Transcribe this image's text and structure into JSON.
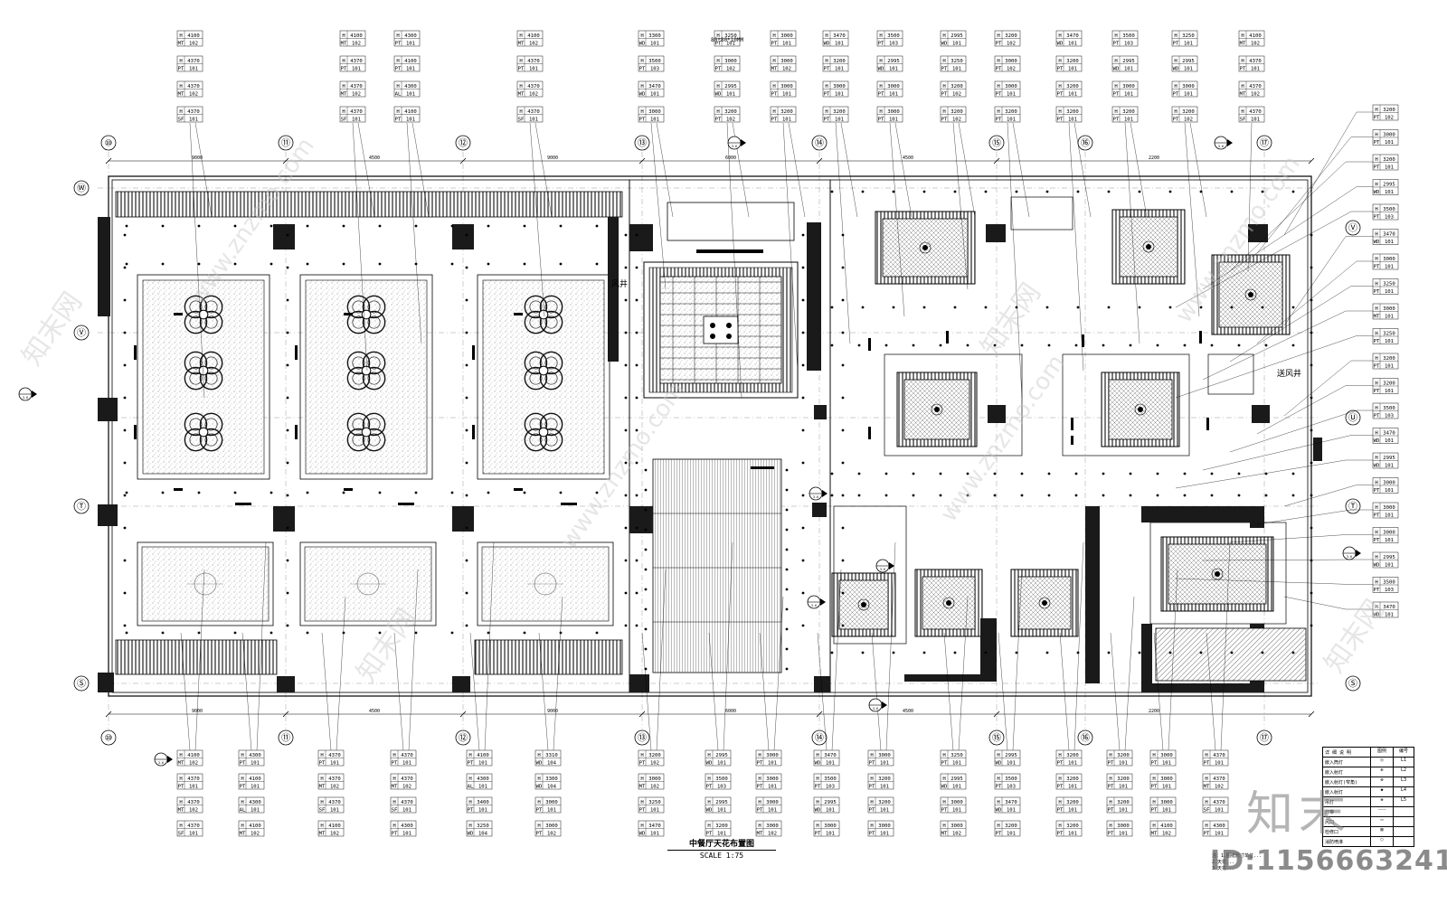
{
  "drawing": {
    "title": "中餐厅天花布置图",
    "scale": "SCALE    1:75",
    "markers": {
      "air_shaft": "风井",
      "air_shaft_2": "送风井",
      "section_ref": "3-6",
      "grid_note": "80*80*10MM"
    },
    "grid_top": [
      "⑩",
      "⑪",
      "⑫",
      "⑬",
      "⑭",
      "⑮",
      "⑯",
      "⑰"
    ],
    "grid_bottom": [
      "⑩",
      "⑪",
      "⑫",
      "⑬",
      "⑭",
      "⑮",
      "⑯",
      "⑰"
    ],
    "grid_left": [
      "Ⓦ",
      "Ⓥ",
      "Ⓣ",
      "Ⓢ"
    ],
    "grid_right": [
      "Ⓥ",
      "Ⓤ",
      "Ⓣ",
      "Ⓢ"
    ],
    "dims_top": [
      "9000",
      "4500",
      "9000",
      "6000",
      "4500",
      "2200"
    ],
    "dims_bottom": [
      "9000",
      "4500",
      "9000",
      "6000",
      "4500",
      "2200"
    ],
    "ceiling_tags_top": [
      [
        [
          "H",
          "4100"
        ],
        [
          "MT",
          "102"
        ]
      ],
      [
        [
          "H",
          "4370"
        ],
        [
          "PT",
          "101"
        ]
      ],
      [
        [
          "H",
          "4370"
        ],
        [
          "MT",
          "102"
        ]
      ],
      [
        [
          "H",
          "4370"
        ],
        [
          "SF",
          "101"
        ]
      ],
      [
        [
          "H",
          "4100"
        ],
        [
          "MT",
          "102"
        ]
      ],
      [
        [
          "H",
          "4370"
        ],
        [
          "PT",
          "101"
        ]
      ],
      [
        [
          "H",
          "4370"
        ],
        [
          "MT",
          "102"
        ]
      ],
      [
        [
          "H",
          "4370"
        ],
        [
          "SF",
          "101"
        ]
      ],
      [
        [
          "H",
          "4300"
        ],
        [
          "PT",
          "101"
        ]
      ],
      [
        [
          "H",
          "4100"
        ],
        [
          "PT",
          "101"
        ]
      ],
      [
        [
          "H",
          "4300"
        ],
        [
          "AL",
          "101"
        ]
      ],
      [
        [
          "H",
          "4100"
        ],
        [
          "PT",
          "101"
        ]
      ],
      [
        [
          "H",
          "4100"
        ],
        [
          "MT",
          "102"
        ]
      ],
      [
        [
          "H",
          "4370"
        ],
        [
          "PT",
          "101"
        ]
      ],
      [
        [
          "H",
          "4370"
        ],
        [
          "MT",
          "102"
        ]
      ],
      [
        [
          "H",
          "4370"
        ],
        [
          "SF",
          "101"
        ]
      ],
      [
        [
          "H",
          "3300"
        ],
        [
          "WD",
          "101"
        ]
      ],
      [
        [
          "H",
          "3500"
        ],
        [
          "PT",
          "103"
        ]
      ],
      [
        [
          "H",
          "3470"
        ],
        [
          "WD",
          "101"
        ]
      ],
      [
        [
          "H",
          "3000"
        ],
        [
          "PT",
          "101"
        ]
      ],
      [
        [
          "H",
          "3250"
        ],
        [
          "PT",
          "101"
        ]
      ],
      [
        [
          "H",
          "3000"
        ],
        [
          "PT",
          "102"
        ]
      ],
      [
        [
          "H",
          "2995"
        ],
        [
          "WD",
          "101"
        ]
      ],
      [
        [
          "H",
          "3200"
        ],
        [
          "PT",
          "102"
        ]
      ],
      [
        [
          "H",
          "3000"
        ],
        [
          "PT",
          "101"
        ]
      ],
      [
        [
          "H",
          "3000"
        ],
        [
          "MT",
          "102"
        ]
      ],
      [
        [
          "H",
          "3000"
        ],
        [
          "PT",
          "101"
        ]
      ],
      [
        [
          "H",
          "3200"
        ],
        [
          "PT",
          "101"
        ]
      ],
      [
        [
          "H",
          "3470"
        ],
        [
          "WD",
          "101"
        ]
      ],
      [
        [
          "H",
          "3200"
        ],
        [
          "PT",
          "101"
        ]
      ],
      [
        [
          "H",
          "3000"
        ],
        [
          "PT",
          "101"
        ]
      ],
      [
        [
          "H",
          "3200"
        ],
        [
          "PT",
          "101"
        ]
      ],
      [
        [
          "H",
          "3500"
        ],
        [
          "PT",
          "103"
        ]
      ],
      [
        [
          "H",
          "2995"
        ],
        [
          "WD",
          "101"
        ]
      ],
      [
        [
          "H",
          "3000"
        ],
        [
          "PT",
          "101"
        ]
      ],
      [
        [
          "H",
          "3000"
        ],
        [
          "PT",
          "101"
        ]
      ],
      [
        [
          "H",
          "2995"
        ],
        [
          "WD",
          "101"
        ]
      ],
      [
        [
          "H",
          "3250"
        ],
        [
          "PT",
          "101"
        ]
      ],
      [
        [
          "H",
          "3200"
        ],
        [
          "PT",
          "102"
        ]
      ],
      [
        [
          "H",
          "3200"
        ],
        [
          "PT",
          "102"
        ]
      ],
      [
        [
          "H",
          "3200"
        ],
        [
          "PT",
          "102"
        ]
      ],
      [
        [
          "H",
          "3000"
        ],
        [
          "PT",
          "102"
        ]
      ],
      [
        [
          "H",
          "3000"
        ],
        [
          "PT",
          "101"
        ]
      ],
      [
        [
          "H",
          "3200"
        ],
        [
          "PT",
          "101"
        ]
      ],
      [
        [
          "H",
          "3470"
        ],
        [
          "WD",
          "101"
        ]
      ],
      [
        [
          "H",
          "3200"
        ],
        [
          "PT",
          "101"
        ]
      ],
      [
        [
          "H",
          "3200"
        ],
        [
          "PT",
          "101"
        ]
      ],
      [
        [
          "H",
          "3200"
        ],
        [
          "PT",
          "101"
        ]
      ],
      [
        [
          "H",
          "3500"
        ],
        [
          "PT",
          "103"
        ]
      ],
      [
        [
          "H",
          "2995"
        ],
        [
          "WD",
          "101"
        ]
      ],
      [
        [
          "H",
          "3000"
        ],
        [
          "PT",
          "101"
        ]
      ],
      [
        [
          "H",
          "3200"
        ],
        [
          "PT",
          "101"
        ]
      ],
      [
        [
          "H",
          "3250"
        ],
        [
          "PT",
          "101"
        ]
      ],
      [
        [
          "H",
          "2995"
        ],
        [
          "WD",
          "101"
        ]
      ],
      [
        [
          "H",
          "3000"
        ],
        [
          "PT",
          "101"
        ]
      ],
      [
        [
          "H",
          "3200"
        ],
        [
          "PT",
          "102"
        ]
      ]
    ],
    "ceiling_tags_right": [
      [
        [
          "H",
          "3200"
        ],
        [
          "PT",
          "102"
        ]
      ],
      [
        [
          "H",
          "3000"
        ],
        [
          "PT",
          "101"
        ]
      ],
      [
        [
          "H",
          "3200"
        ],
        [
          "PT",
          "101"
        ]
      ],
      [
        [
          "H",
          "2995"
        ],
        [
          "WD",
          "101"
        ]
      ],
      [
        [
          "H",
          "3500"
        ],
        [
          "PT",
          "103"
        ]
      ],
      [
        [
          "H",
          "3470"
        ],
        [
          "WD",
          "101"
        ]
      ],
      [
        [
          "H",
          "3000"
        ],
        [
          "PT",
          "101"
        ]
      ],
      [
        [
          "H",
          "3250"
        ],
        [
          "PT",
          "101"
        ]
      ],
      [
        [
          "H",
          "3000"
        ],
        [
          "MT",
          "101"
        ]
      ],
      [
        [
          "H",
          "3250"
        ],
        [
          "PT",
          "101"
        ]
      ],
      [
        [
          "H",
          "3200"
        ],
        [
          "PT",
          "101"
        ]
      ],
      [
        [
          "H",
          "3200"
        ],
        [
          "PT",
          "101"
        ]
      ],
      [
        [
          "H",
          "3500"
        ],
        [
          "PT",
          "103"
        ]
      ],
      [
        [
          "H",
          "3470"
        ],
        [
          "WD",
          "101"
        ]
      ],
      [
        [
          "H",
          "2995"
        ],
        [
          "WD",
          "101"
        ]
      ],
      [
        [
          "H",
          "3000"
        ],
        [
          "PT",
          "101"
        ]
      ],
      [
        [
          "H",
          "3000"
        ],
        [
          "PT",
          "101"
        ]
      ],
      [
        [
          "H",
          "3000"
        ],
        [
          "PT",
          "101"
        ]
      ],
      [
        [
          "H",
          "2995"
        ],
        [
          "WD",
          "101"
        ]
      ],
      [
        [
          "H",
          "3500"
        ],
        [
          "PT",
          "103"
        ]
      ],
      [
        [
          "H",
          "3470"
        ],
        [
          "WD",
          "101"
        ]
      ]
    ],
    "ceiling_tags_bottom": [
      [
        [
          "H",
          "4100"
        ],
        [
          "MT",
          "102"
        ]
      ],
      [
        [
          "H",
          "4370"
        ],
        [
          "PT",
          "101"
        ]
      ],
      [
        [
          "H",
          "4370"
        ],
        [
          "MT",
          "102"
        ]
      ],
      [
        [
          "H",
          "4370"
        ],
        [
          "SF",
          "101"
        ]
      ],
      [
        [
          "H",
          "4300"
        ],
        [
          "PT",
          "101"
        ]
      ],
      [
        [
          "H",
          "4100"
        ],
        [
          "PT",
          "101"
        ]
      ],
      [
        [
          "H",
          "4300"
        ],
        [
          "AL",
          "101"
        ]
      ],
      [
        [
          "H",
          "4100"
        ],
        [
          "MT",
          "102"
        ]
      ],
      [
        [
          "H",
          "4370"
        ],
        [
          "PT",
          "101"
        ]
      ],
      [
        [
          "H",
          "4370"
        ],
        [
          "MT",
          "102"
        ]
      ],
      [
        [
          "H",
          "4370"
        ],
        [
          "SF",
          "101"
        ]
      ],
      [
        [
          "H",
          "4100"
        ],
        [
          "MT",
          "102"
        ]
      ],
      [
        [
          "H",
          "4370"
        ],
        [
          "PT",
          "101"
        ]
      ],
      [
        [
          "H",
          "4370"
        ],
        [
          "MT",
          "102"
        ]
      ],
      [
        [
          "H",
          "4370"
        ],
        [
          "SF",
          "101"
        ]
      ],
      [
        [
          "H",
          "4300"
        ],
        [
          "PT",
          "101"
        ]
      ],
      [
        [
          "H",
          "4100"
        ],
        [
          "PT",
          "101"
        ]
      ],
      [
        [
          "H",
          "4300"
        ],
        [
          "AL",
          "101"
        ]
      ],
      [
        [
          "H",
          "3400"
        ],
        [
          "PT",
          "101"
        ]
      ],
      [
        [
          "H",
          "3250"
        ],
        [
          "WD",
          "104"
        ]
      ],
      [
        [
          "H",
          "3310"
        ],
        [
          "WD",
          "104"
        ]
      ],
      [
        [
          "H",
          "3300"
        ],
        [
          "WD",
          "104"
        ]
      ],
      [
        [
          "H",
          "3000"
        ],
        [
          "PT",
          "101"
        ]
      ],
      [
        [
          "H",
          "3000"
        ],
        [
          "PT",
          "102"
        ]
      ],
      [
        [
          "H",
          "3200"
        ],
        [
          "PT",
          "102"
        ]
      ],
      [
        [
          "H",
          "3000"
        ],
        [
          "MT",
          "102"
        ]
      ],
      [
        [
          "H",
          "3250"
        ],
        [
          "PT",
          "101"
        ]
      ],
      [
        [
          "H",
          "3470"
        ],
        [
          "WD",
          "101"
        ]
      ],
      [
        [
          "H",
          "2995"
        ],
        [
          "WD",
          "101"
        ]
      ],
      [
        [
          "H",
          "3500"
        ],
        [
          "PT",
          "103"
        ]
      ],
      [
        [
          "H",
          "2995"
        ],
        [
          "WD",
          "101"
        ]
      ],
      [
        [
          "H",
          "3200"
        ],
        [
          "PT",
          "101"
        ]
      ],
      [
        [
          "H",
          "3000"
        ],
        [
          "PT",
          "101"
        ]
      ],
      [
        [
          "H",
          "3000"
        ],
        [
          "PT",
          "101"
        ]
      ],
      [
        [
          "H",
          "3000"
        ],
        [
          "PT",
          "101"
        ]
      ],
      [
        [
          "H",
          "3000"
        ],
        [
          "MT",
          "102"
        ]
      ],
      [
        [
          "H",
          "3470"
        ],
        [
          "WD",
          "101"
        ]
      ],
      [
        [
          "H",
          "3500"
        ],
        [
          "PT",
          "103"
        ]
      ],
      [
        [
          "H",
          "2995"
        ],
        [
          "WD",
          "101"
        ]
      ],
      [
        [
          "H",
          "3000"
        ],
        [
          "PT",
          "101"
        ]
      ],
      [
        [
          "H",
          "3000"
        ],
        [
          "PT",
          "101"
        ]
      ],
      [
        [
          "H",
          "3200"
        ],
        [
          "PT",
          "101"
        ]
      ],
      [
        [
          "H",
          "3200"
        ],
        [
          "PT",
          "101"
        ]
      ],
      [
        [
          "H",
          "3000"
        ],
        [
          "PT",
          "101"
        ]
      ],
      [
        [
          "H",
          "3250"
        ],
        [
          "PT",
          "101"
        ]
      ],
      [
        [
          "H",
          "2995"
        ],
        [
          "WD",
          "101"
        ]
      ],
      [
        [
          "H",
          "3000"
        ],
        [
          "PT",
          "101"
        ]
      ],
      [
        [
          "H",
          "3000"
        ],
        [
          "MT",
          "102"
        ]
      ],
      [
        [
          "H",
          "2995"
        ],
        [
          "WD",
          "101"
        ]
      ],
      [
        [
          "H",
          "3500"
        ],
        [
          "PT",
          "103"
        ]
      ],
      [
        [
          "H",
          "3470"
        ],
        [
          "WD",
          "101"
        ]
      ],
      [
        [
          "H",
          "3200"
        ],
        [
          "PT",
          "101"
        ]
      ],
      [
        [
          "H",
          "3200"
        ],
        [
          "PT",
          "101"
        ]
      ],
      [
        [
          "H",
          "3200"
        ],
        [
          "PT",
          "101"
        ]
      ],
      [
        [
          "H",
          "3200"
        ],
        [
          "PT",
          "101"
        ]
      ],
      [
        [
          "H",
          "3200"
        ],
        [
          "PT",
          "101"
        ]
      ],
      [
        [
          "H",
          "3200"
        ],
        [
          "PT",
          "101"
        ]
      ],
      [
        [
          "H",
          "3200"
        ],
        [
          "PT",
          "101"
        ]
      ],
      [
        [
          "H",
          "3200"
        ],
        [
          "PT",
          "101"
        ]
      ],
      [
        [
          "H",
          "3000"
        ],
        [
          "PT",
          "101"
        ]
      ],
      [
        [
          "H",
          "3000"
        ],
        [
          "PT",
          "101"
        ]
      ],
      [
        [
          "H",
          "3000"
        ],
        [
          "PT",
          "101"
        ]
      ],
      [
        [
          "H",
          "3000"
        ],
        [
          "PT",
          "101"
        ]
      ]
    ],
    "legend": {
      "header": [
        "详 细 说 明",
        "图例",
        "编号"
      ],
      "rows": [
        [
          "嵌入筒灯",
          "◎",
          "L1"
        ],
        [
          "嵌入射灯",
          "⊕",
          "L2"
        ],
        [
          "嵌入射灯(窄角)",
          "⊗",
          "L3"
        ],
        [
          "嵌入射灯",
          "◆",
          "L4"
        ],
        [
          "吊灯",
          "❁",
          "L5"
        ],
        [
          "灯带",
          "┄┄┄",
          ""
        ],
        [
          "风口",
          "▭",
          ""
        ],
        [
          "检修口",
          "▧",
          ""
        ],
        [
          "消防喷淋",
          "○",
          ""
        ]
      ]
    },
    "notes": [
      "注：1.图纸尺寸单位...",
      "2.天花...",
      "3.天花..."
    ]
  },
  "watermark": {
    "logo": "知末",
    "id": "ID:1156663241",
    "url": "www.znzmo.com",
    "cn": "知末网"
  }
}
